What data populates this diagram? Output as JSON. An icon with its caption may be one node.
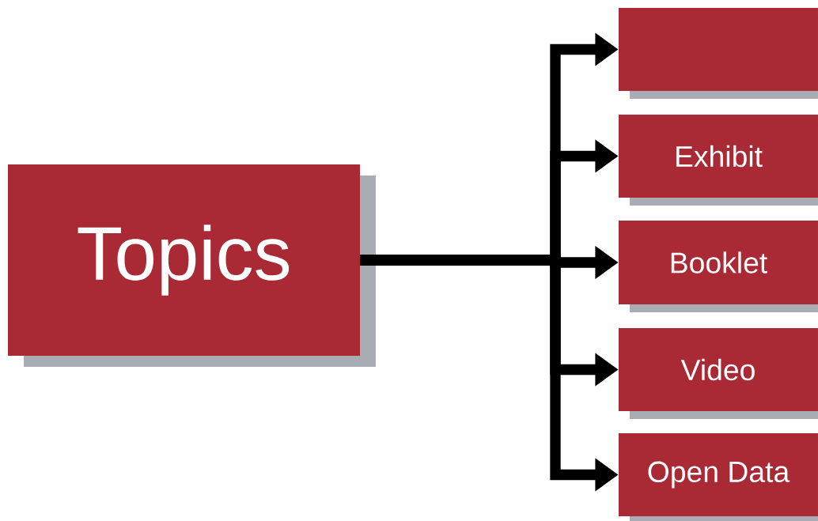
{
  "diagram": {
    "nodes": [
      {
        "text": [
          "Topics"
        ]
      },
      {
        "text": [],
        "shape": "box"
      },
      {
        "text": [
          "Exhibit"
        ]
      },
      {
        "text": [
          "Booklet"
        ]
      },
      {
        "text": [
          "Video"
        ]
      },
      {
        "text": [
          "Open Data"
        ]
      }
    ],
    "edges": [
      {
        "from": 0,
        "to": 1,
        "arrow": "to"
      },
      {
        "from": 0,
        "to": 2,
        "arrow": "to"
      },
      {
        "from": 0,
        "to": 3,
        "arrow": "to"
      },
      {
        "from": 0,
        "to": 4,
        "arrow": "to"
      },
      {
        "from": 0,
        "to": 5,
        "arrow": "to"
      }
    ]
  }
}
